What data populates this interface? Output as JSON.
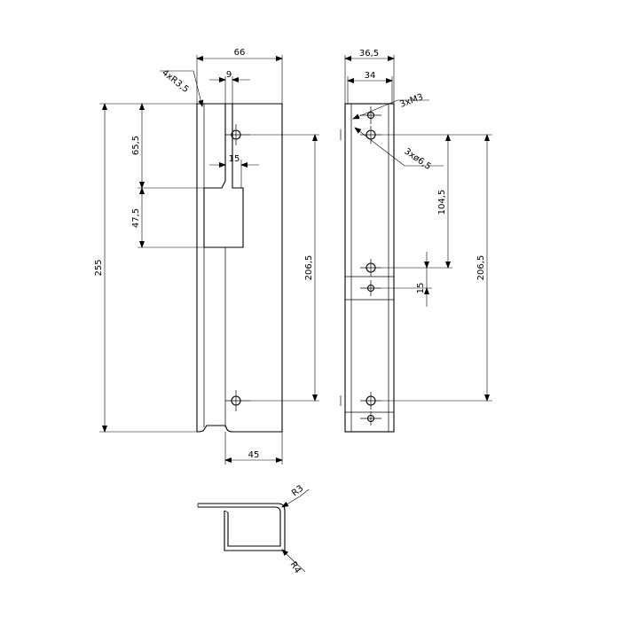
{
  "front_view": {
    "radius_label": "4xR3,5",
    "width_label": "66",
    "slot_width_label": "9",
    "notch_depth_label": "15",
    "top_to_cutout_label": "65,5",
    "cutout_height_label": "47,5",
    "total_height_label": "255",
    "hole_spacing_label": "206,5",
    "bottom_width_label": "45"
  },
  "side_view": {
    "outer_width_label": "36,5",
    "inner_width_label": "34",
    "thread_label": "3xM3",
    "hole_label": "3xø6,5",
    "upper_spacing_label": "104,5",
    "hole_spacing_label": "206,5",
    "offset_label": "15"
  },
  "section_view": {
    "outer_radius_label": "R3",
    "inner_radius_label": "R4"
  }
}
